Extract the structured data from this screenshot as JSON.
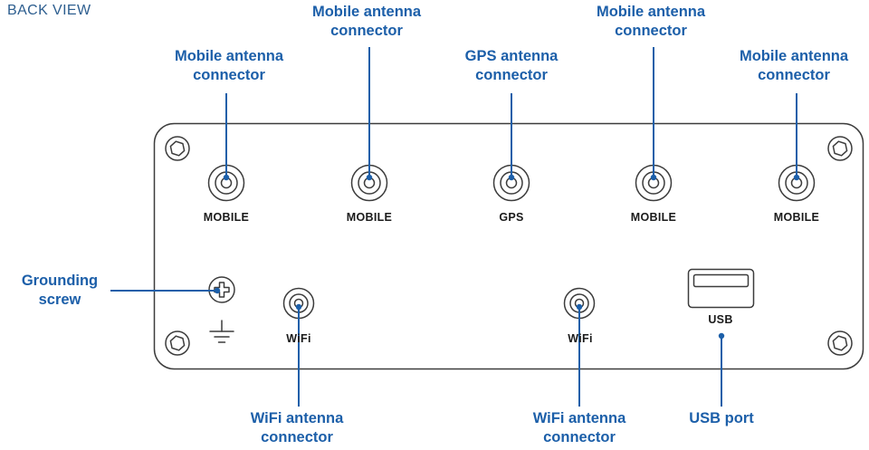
{
  "title": "BACK VIEW",
  "colors": {
    "accent": "#1c5fa9",
    "title": "#2d5e8f",
    "outline": "#3c3c3c",
    "panel_text": "#1a1a1a",
    "background": "#ffffff"
  },
  "connectors": {
    "top": [
      {
        "label": "MOBILE",
        "callout": "Mobile antenna connector"
      },
      {
        "label": "MOBILE",
        "callout": "Mobile antenna connector"
      },
      {
        "label": "GPS",
        "callout": "GPS antenna connector"
      },
      {
        "label": "MOBILE",
        "callout": "Mobile antenna connector"
      },
      {
        "label": "MOBILE",
        "callout": "Mobile antenna connector"
      }
    ],
    "wifi": [
      {
        "label": "WiFi",
        "callout": "WiFi antenna connector"
      },
      {
        "label": "WiFi",
        "callout": "WiFi antenna connector"
      }
    ],
    "usb": {
      "label": "USB",
      "callout": "USB port"
    },
    "grounding": {
      "callout": "Grounding screw"
    }
  }
}
